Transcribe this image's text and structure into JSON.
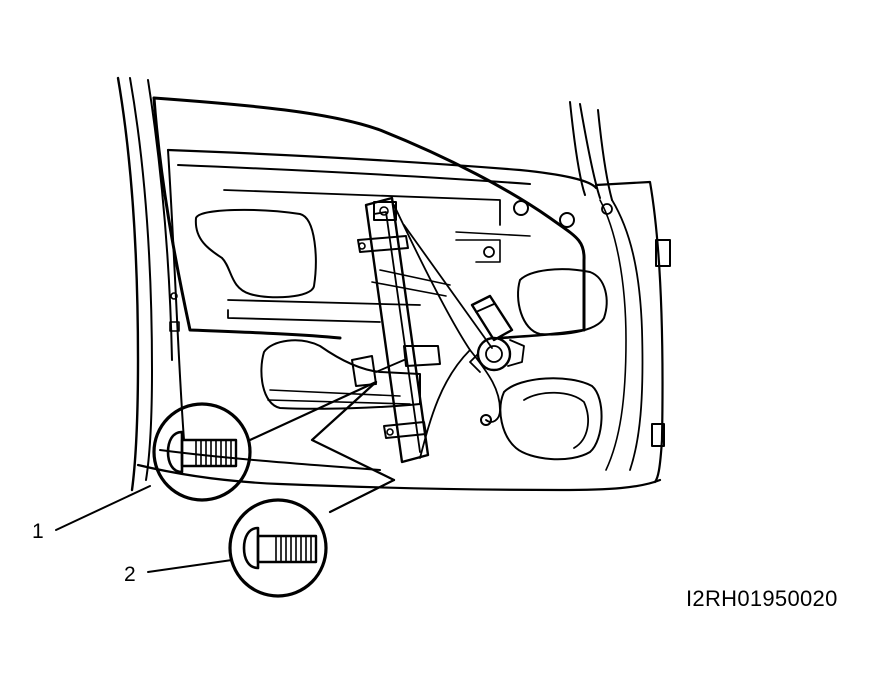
{
  "figure_code": "I2RH01950020",
  "callouts": [
    {
      "label": "1",
      "part": "bolt-1"
    },
    {
      "label": "2",
      "part": "bolt-2"
    }
  ]
}
